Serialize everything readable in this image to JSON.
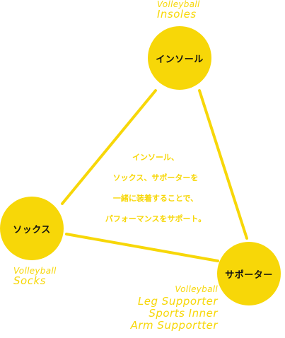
{
  "colors": {
    "accent": "#f7d708",
    "node_text": "#111111",
    "background": "#ffffff"
  },
  "nodes": {
    "insole": {
      "label": "インソール",
      "en_small": "Volleyball",
      "en_lines": [
        "Insoles"
      ]
    },
    "socks": {
      "label": "ソックス",
      "en_small": "Volleyball",
      "en_lines": [
        "Socks"
      ]
    },
    "supporter": {
      "label": "サポーター",
      "en_small": "Volleyball",
      "en_lines": [
        "Leg Supporter",
        "Sports Inner",
        "Arm Supportter"
      ]
    }
  },
  "center_text": [
    "インソール、",
    "ソックス、サポーターを",
    "一緒に装着することで、",
    "パフォーマンスをサポート。"
  ]
}
